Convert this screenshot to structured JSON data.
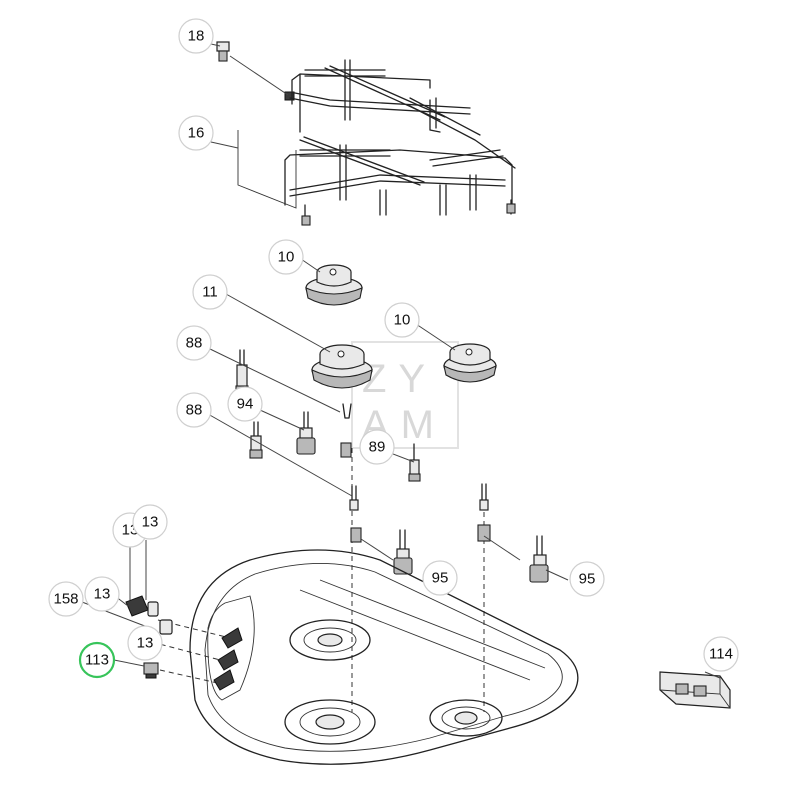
{
  "diagram": {
    "watermark_lines": [
      "ZY",
      "AM"
    ],
    "highlight_color": "#37c45a",
    "callouts": [
      {
        "label": "18"
      },
      {
        "label": "16"
      },
      {
        "label": "10"
      },
      {
        "label": "11"
      },
      {
        "label": "10"
      },
      {
        "label": "88"
      },
      {
        "label": "94"
      },
      {
        "label": "88"
      },
      {
        "label": "89"
      },
      {
        "label": "13"
      },
      {
        "label": "13"
      },
      {
        "label": "13"
      },
      {
        "label": "158"
      },
      {
        "label": "13"
      },
      {
        "label": "95"
      },
      {
        "label": "95"
      },
      {
        "label": "113",
        "highlighted": true
      },
      {
        "label": "114"
      }
    ]
  }
}
